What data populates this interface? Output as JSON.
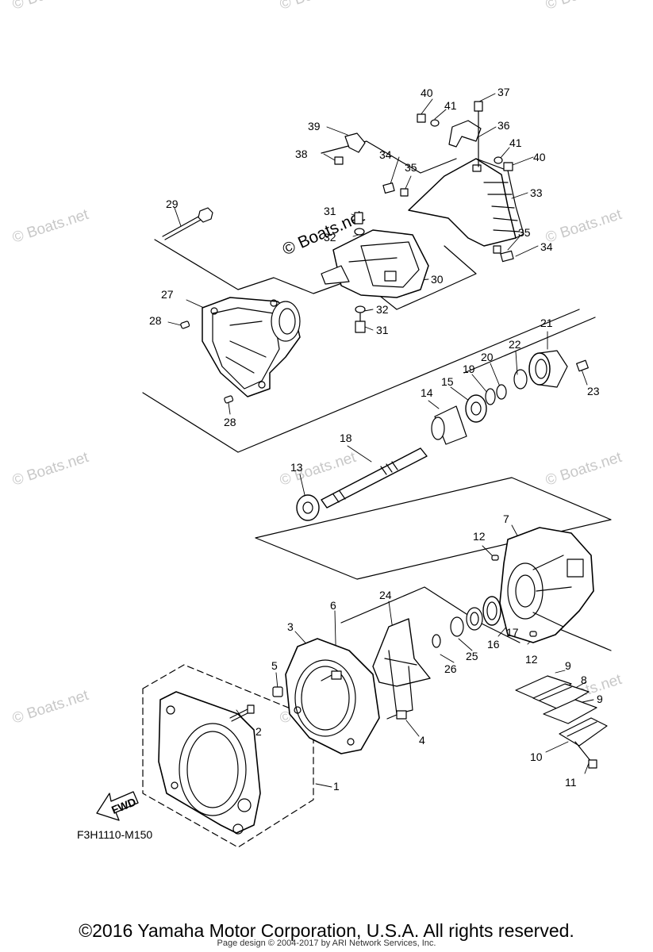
{
  "diagram": {
    "watermark": "© Boats.net",
    "drawing_code": "F3H1110-M150",
    "fwd_label": "FWD",
    "callouts": [
      "1",
      "2",
      "3",
      "4",
      "5",
      "6",
      "7",
      "8",
      "9",
      "10",
      "11",
      "12",
      "13",
      "14",
      "15",
      "16",
      "17",
      "18",
      "19",
      "20",
      "21",
      "22",
      "23",
      "24",
      "25",
      "26",
      "27",
      "28",
      "29",
      "30",
      "31",
      "32",
      "33",
      "34",
      "35",
      "36",
      "37",
      "38",
      "39",
      "40",
      "41"
    ]
  },
  "footer": {
    "copyright": "©2016 Yamaha Motor Corporation, U.S.A. All rights reserved.",
    "page_design": "Page design © 2004-2017 by ARI Network Services, Inc."
  }
}
